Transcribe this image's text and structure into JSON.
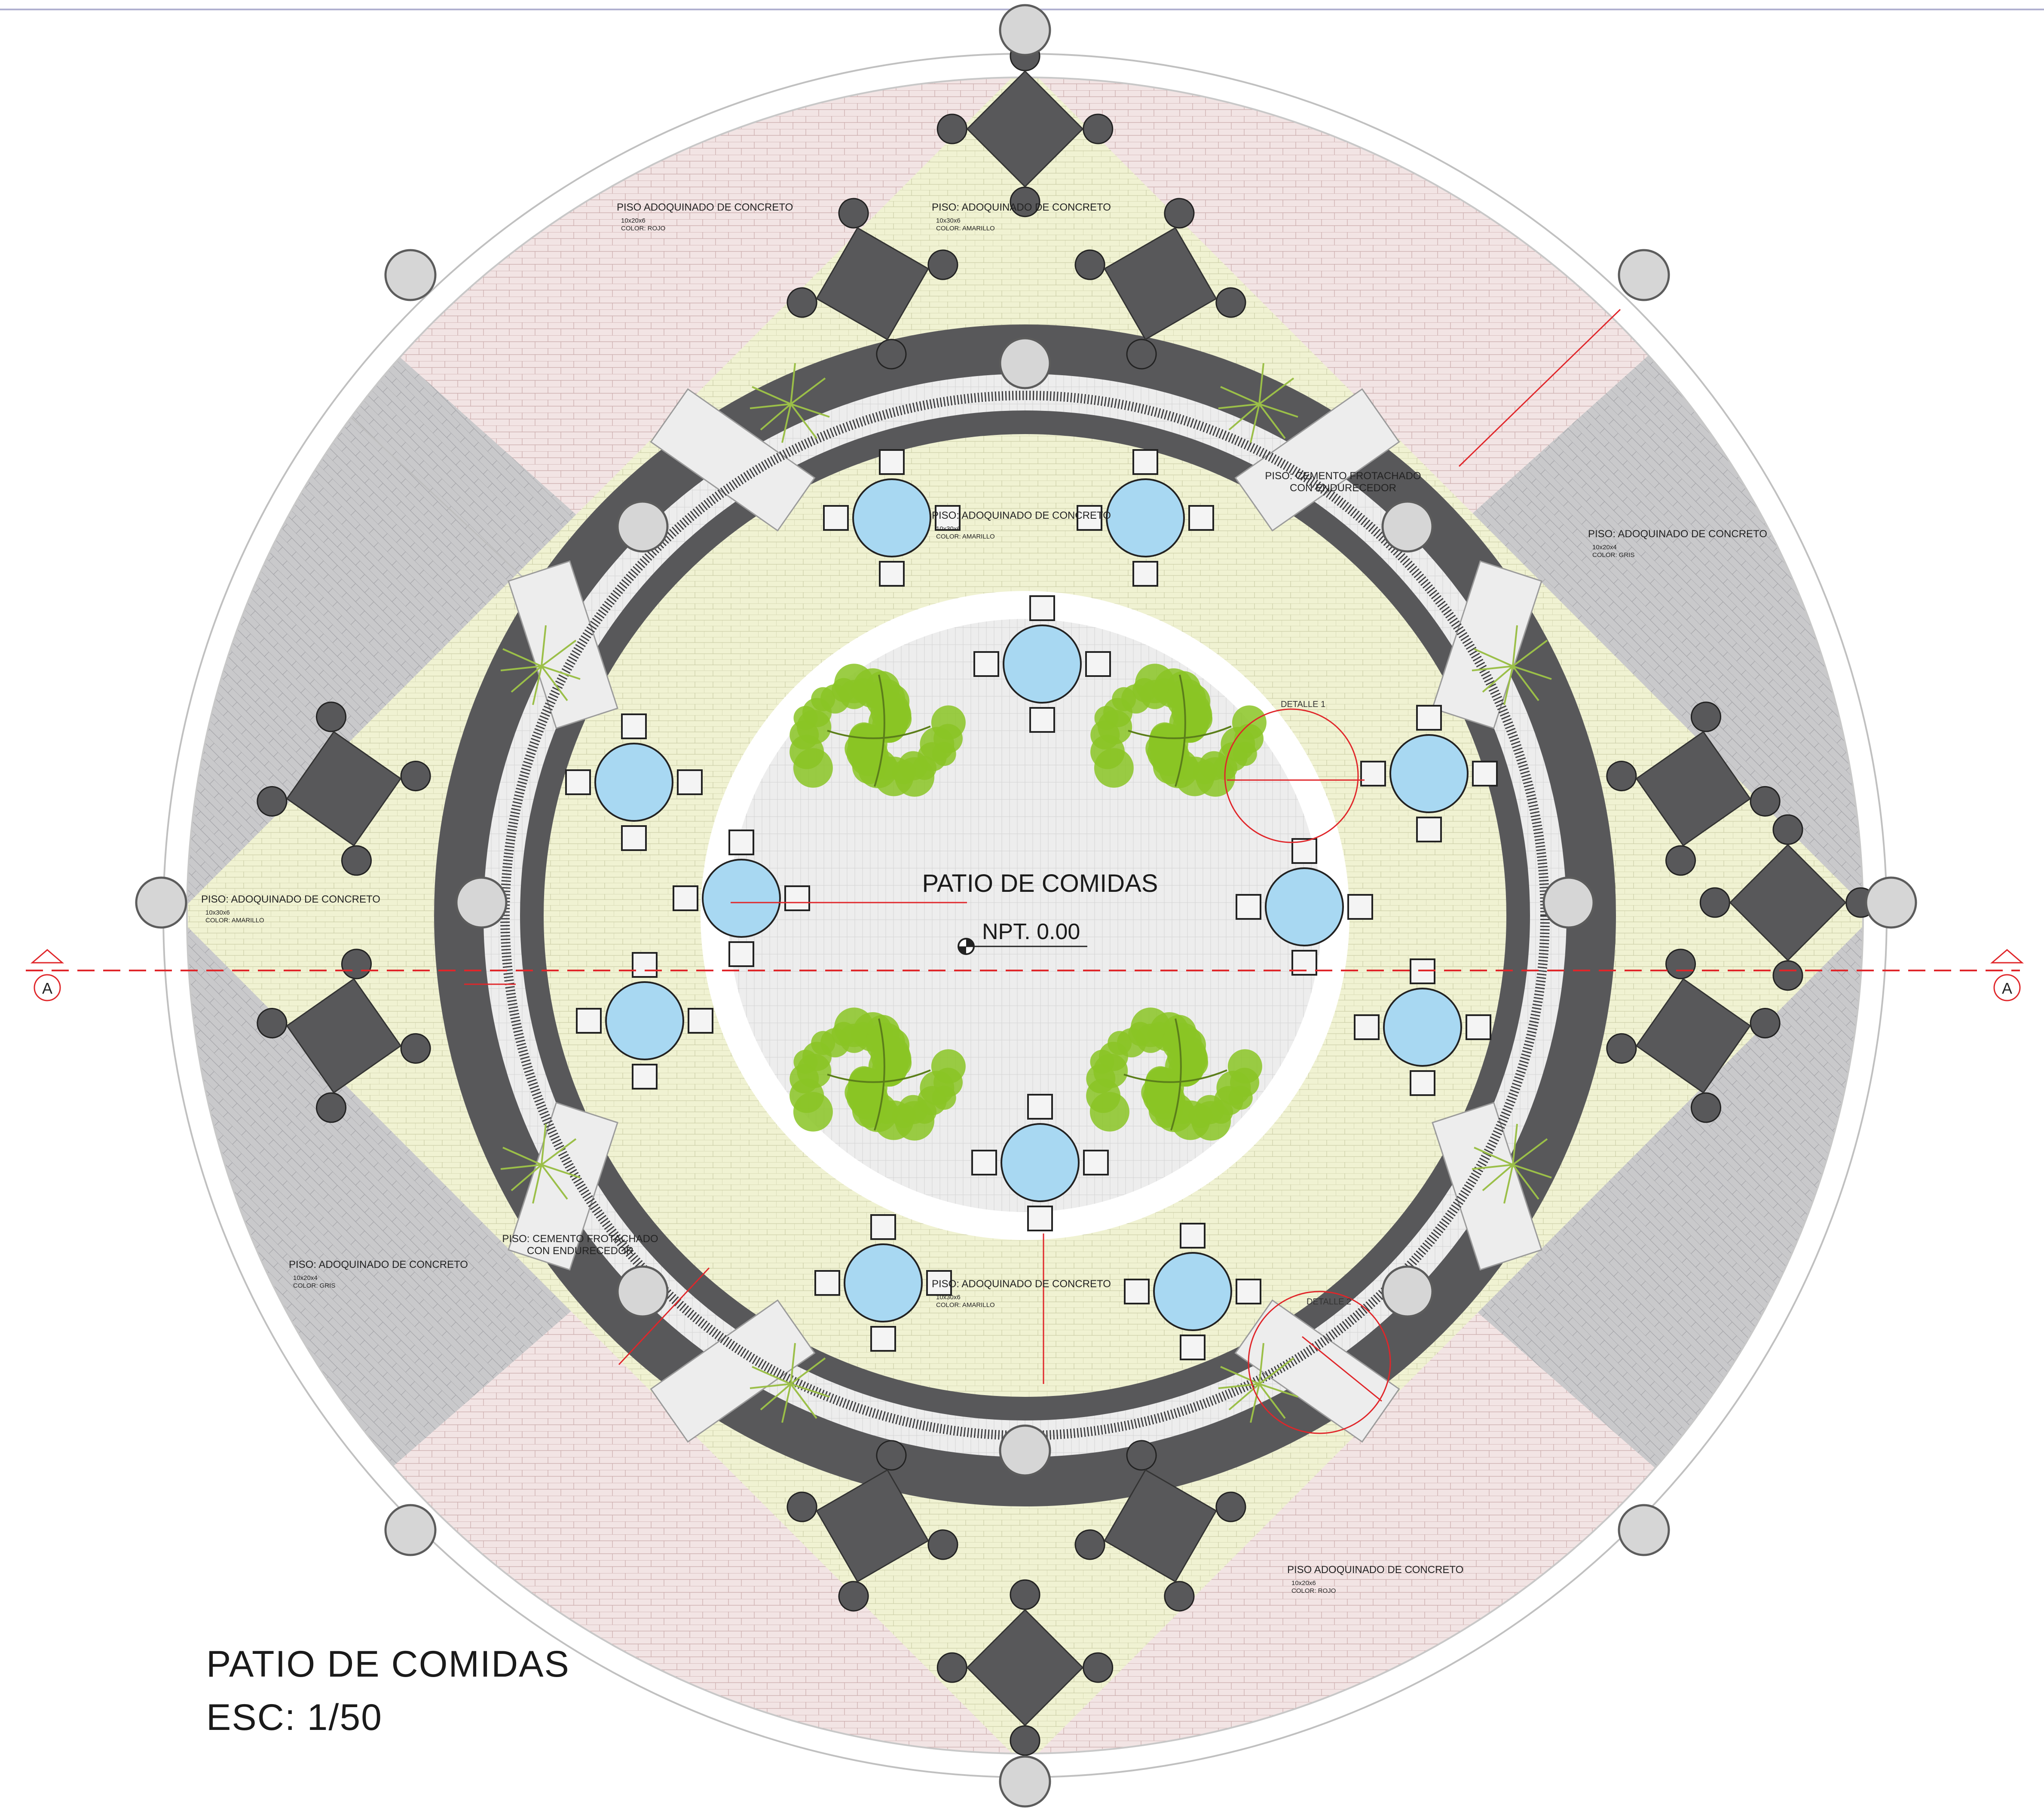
{
  "plan": {
    "center_title": "PATIO DE COMIDAS",
    "level_label": "NPT. 0.00",
    "section_marker": "A",
    "detail_1": "DETALLE 1",
    "detail_2": "DETALLE 2"
  },
  "labels": [
    {
      "title": "PISO ADOQUINADO DE CONCRETO",
      "size": "10x20x6",
      "color": "COLOR: ROJO"
    },
    {
      "title": "PISO: ADOQUINADO DE CONCRETO",
      "size": "10x30x6",
      "color": "COLOR: AMARILLO"
    },
    {
      "title": "PISO: CEMENTO FROTACHADO",
      "line2": "CON ENDURECEDOR"
    },
    {
      "title": "PISO: ADOQUINADO DE CONCRETO",
      "size": "10x20x4",
      "color": "COLOR: GRIS"
    },
    {
      "title": "PISO: ADOQUINADO DE CONCRETO",
      "size": "10x30x6",
      "color": "COLOR: AMARILLO"
    },
    {
      "title": "PISO: ADOQUINADO DE CONCRETO",
      "size": "10x30x6",
      "color": "COLOR: AMARILLO"
    },
    {
      "title": "PISO: CEMENTO FROTACHADO",
      "line2": "CON ENDURECEDOR"
    },
    {
      "title": "PISO: ADOQUINADO DE CONCRETO",
      "size": "10x20x4",
      "color": "COLOR: GRIS"
    },
    {
      "title": "PISO: ADOQUINADO DE CONCRETO",
      "size": "10x30x6",
      "color": "COLOR: AMARILLO"
    },
    {
      "title": "PISO ADOQUINADO DE CONCRETO",
      "size": "10x20x6",
      "color": "COLOR: ROJO"
    }
  ],
  "title_block": {
    "title": "PATIO DE COMIDAS",
    "scale": "ESC: 1/50"
  },
  "colors": {
    "pink": "#f2e4e4",
    "grey": "#c9c9cb",
    "yellow": "#f0f2d2",
    "dark": "#58585a",
    "white_floor": "#ededed",
    "table": "#a8d8f2",
    "tree": "#8ac424",
    "accent": "#e0262a"
  }
}
